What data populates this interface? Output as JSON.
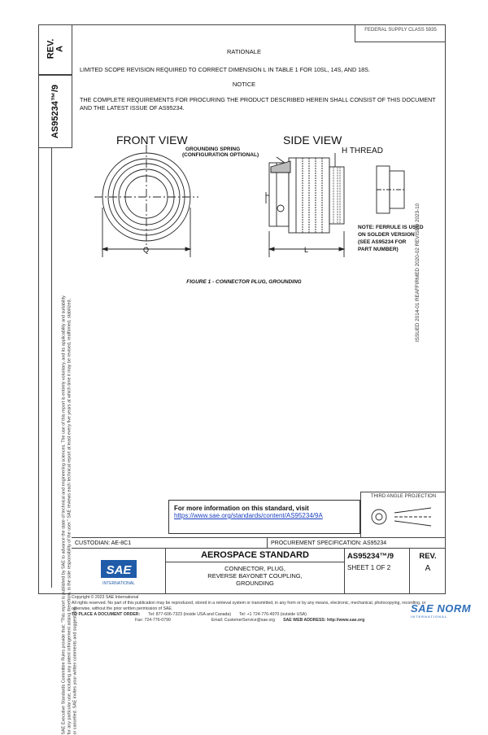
{
  "corner_box": "FEDERAL SUPPLY CLASS 5935",
  "rev_header": "REV.",
  "rev_value": "A",
  "doc_number": "AS95234™/9",
  "sidebar_text": "SAE Executive Standards Committee Rules provide that: \"This report is published by SAE to advance the state of technical and engineering sciences. The use of this report is entirely voluntary, and its applicability and suitability for any particular use, including any patent infringement arising therefrom, is the sole responsibility of the user.\" SAE reviews each technical report at least every five years at which time it may be revised, reaffirmed, stabilized, or cancelled. SAE invites your written comments and suggestions.",
  "rationale_heading": "RATIONALE",
  "rationale_text": "LIMITED SCOPE REVISION REQUIRED TO CORRECT DIMENSION L IN TABLE 1 FOR 10SL, 14S, AND 18S.",
  "notice_heading": "NOTICE",
  "notice_text": "THE COMPLETE REQUIREMENTS FOR PROCURING THE PRODUCT DESCRIBED HEREIN SHALL CONSIST OF THIS DOCUMENT AND THE LATEST ISSUE OF AS95234.",
  "figure": {
    "front_view": "FRONT VIEW",
    "side_view": "SIDE VIEW",
    "grounding_spring": "GROUNDING SPRING",
    "config_optional": "(CONFIGURATION OPTIONAL)",
    "h_thread": "H THREAD",
    "dim_q": "Q",
    "dim_l": "L",
    "note_line1": "NOTE: FERRULE IS USED",
    "note_line2": "ON SOLDER VERSION",
    "note_line3": "(SEE AS95234 FOR",
    "note_line4": "PART NUMBER)",
    "caption": "FIGURE 1 - CONNECTOR PLUG, GROUNDING"
  },
  "right_vertical": "ISSUED 2014-01   REAFFIRMED 2020-02   REVISED 2023-10",
  "info_box": {
    "title": "For more information on this standard, visit",
    "link": "https://www.sae.org/standards/content/AS95234/9A"
  },
  "third_angle": "THIRD ANGLE PROJECTION",
  "custodian": "CUSTODIAN: AE-8C1",
  "procurement": "PROCUREMENT SPECIFICATION: AS95234",
  "logo_text": "SAE",
  "logo_sub": "INTERNATIONAL",
  "aerospace_standard": "AEROSPACE STANDARD",
  "title_line1": "CONNECTOR, PLUG,",
  "title_line2": "REVERSE BAYONET COUPLING,",
  "title_line3": "GROUNDING",
  "bottom_doc": "AS95234™/9",
  "sheet": "SHEET 1 OF 2",
  "bottom_rev": "REV.",
  "bottom_rev_value": "A",
  "footer": {
    "copyright": "Copyright © 2023 SAE International",
    "rights": "All rights reserved. No part of this publication may be reproduced, stored in a retrieval system or transmitted, in any form or by any means, electronic, mechanical, photocopying, recording, or otherwise, without the prior written permission of SAE.",
    "order": "TO PLACE A DOCUMENT ORDER:",
    "tel1": "Tel: 877-606-7323 (inside USA and Canada)",
    "tel2": "Tel: +1 724-776-4970 (outside USA)",
    "fax": "Fax: 724-776-0790",
    "email": "Email: CustomerService@sae.org",
    "web": "SAE WEB ADDRESS: http://www.sae.org"
  },
  "watermark": "SAE NORM",
  "watermark_sub": "INTERNATIONAL"
}
